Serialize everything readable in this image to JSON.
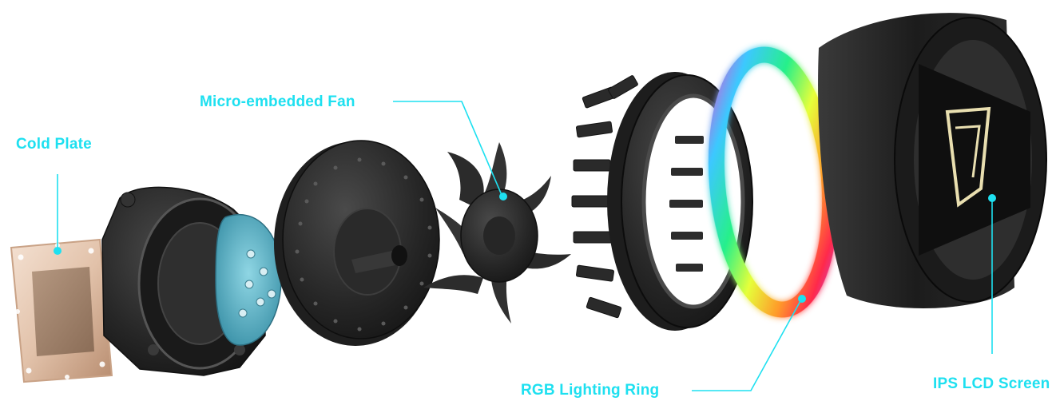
{
  "labels": {
    "cold_plate": "Cold Plate",
    "fan": "Micro-embedded Fan",
    "rgb_ring": "RGB Lighting Ring",
    "ips_screen": "IPS LCD Screen"
  },
  "colors": {
    "accent": "#1ee0f0",
    "metal_dark": "#2a2a2a",
    "copper": "#c9a488",
    "pcb": "#5fb5c8"
  },
  "components": [
    {
      "name": "cold-plate"
    },
    {
      "name": "pump-housing"
    },
    {
      "name": "pump-pcb"
    },
    {
      "name": "rotor-disc"
    },
    {
      "name": "fan-impeller"
    },
    {
      "name": "heatsink-frame"
    },
    {
      "name": "rgb-ring"
    },
    {
      "name": "ips-lcd-cap"
    }
  ]
}
